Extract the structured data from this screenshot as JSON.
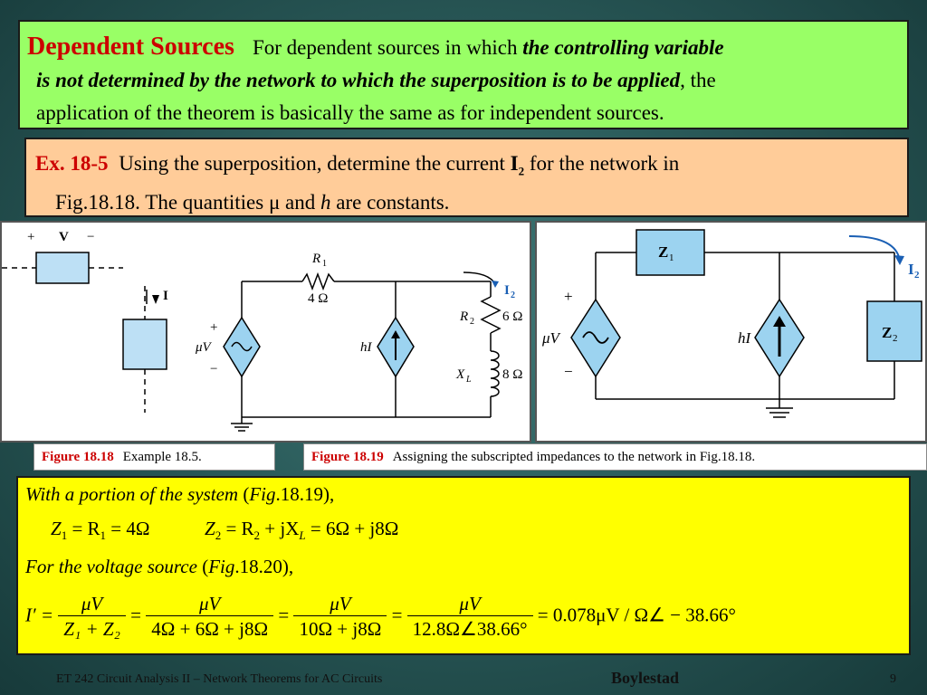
{
  "intro": {
    "heading": "Dependent Sources",
    "text_a": "For dependent sources in which ",
    "bold_a": "the controlling variable",
    "bold_b": "is not determined by the network to which the superposition is to be applied",
    "text_b": ", the",
    "text_c": "application of the theorem is basically the same as for independent sources."
  },
  "example": {
    "label": "Ex. 18-5",
    "text_a": "Using the superposition, determine the current ",
    "current": "I",
    "current_sub": "2",
    "text_b": " for the network in",
    "text_c": "Fig.18.18. The quantities μ and ",
    "h": "h",
    "text_d": " are constants."
  },
  "fig18": {
    "plus": "+",
    "v": "V",
    "minus": "−",
    "i": "I",
    "r1": "R",
    "r1_sub": "1",
    "r1_val": "4 Ω",
    "r2": "R",
    "r2_sub": "2",
    "r2_val": "6 Ω",
    "xl": "X",
    "xl_sub": "L",
    "xl_val": "8 Ω",
    "i2": "I",
    "i2_sub": "2",
    "mu_v": "μV",
    "h_i": "hI",
    "src_plus": "+",
    "src_minus": "−"
  },
  "fig19": {
    "z1": "Z",
    "z1_sub": "1",
    "z2": "Z",
    "z2_sub": "2",
    "i2": "I",
    "i2_sub": "2",
    "mu_v": "μV",
    "h_i": "hI",
    "plus": "+",
    "minus": "−"
  },
  "captions": {
    "left_label": "Figure 18.18",
    "left_text": "Example 18.5.",
    "right_label": "Figure 18.19",
    "right_text": "Assigning the subscripted impedances to the network in Fig.18.18."
  },
  "solution": {
    "line1_it": "With a  portion of  the system",
    "line1_a": " (",
    "line1_fig": "Fig",
    "line1_b": ".18.19),",
    "z1_eq": "= R",
    "z1_eq_b": "= 4Ω",
    "z2_eq": "= R",
    "z2_eq_b": "+  jX",
    "z2_eq_c": "= 6Ω +  j8Ω",
    "line3_it": "For the voltage source",
    "line3_a": " (",
    "line3_fig": "Fig",
    "line3_b": ".18.20),",
    "iprime": "I′ =",
    "num": "μV",
    "den1": "Z₁ + Z₂",
    "den2": "4Ω + 6Ω +  j8Ω",
    "den3": "10Ω +  j8Ω",
    "den4": "12.8Ω∠38.66°",
    "result": "= 0.078μV / Ω∠ − 38.66°",
    "eq": "="
  },
  "footer": {
    "left": "ET 242 Circuit Analysis II – Network Theorems for AC Circuits",
    "center": "Boylestad",
    "right": "9"
  }
}
